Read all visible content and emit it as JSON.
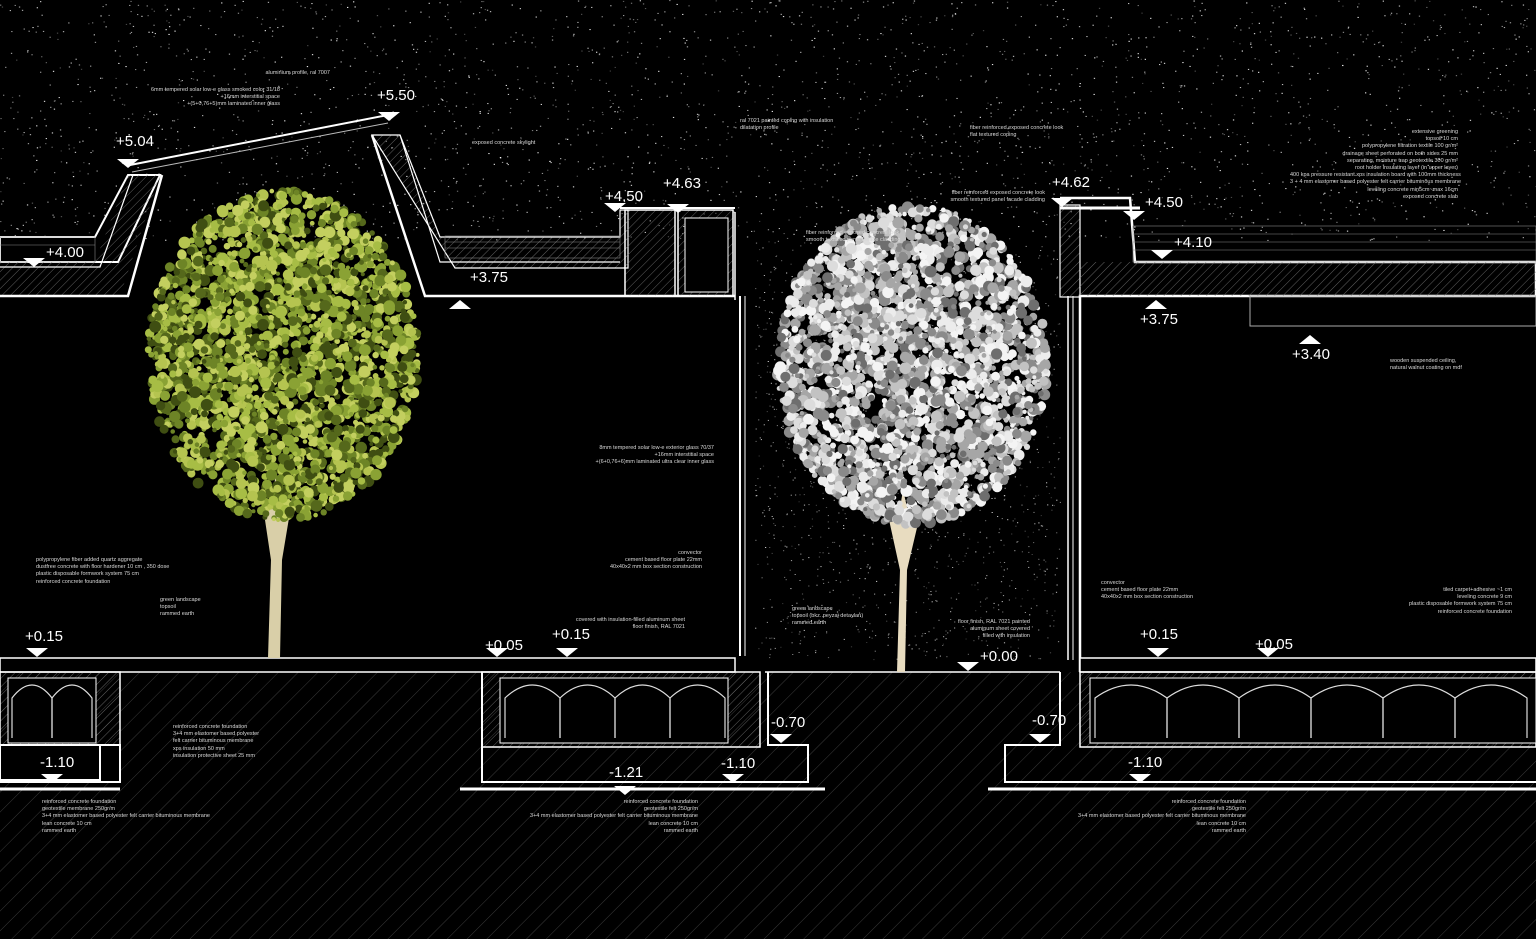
{
  "levels": {
    "plus_5_50": "+5.50",
    "plus_5_04": "+5.04",
    "plus_4_00": "+4.00",
    "plus_3_75_left": "+3.75",
    "plus_4_50_left": "+4.50",
    "plus_4_63": "+4.63",
    "plus_4_62": "+4.62",
    "plus_4_50_right": "+4.50",
    "plus_4_10": "+4.10",
    "plus_3_75_right": "+3.75",
    "plus_3_40": "+3.40",
    "plus_0_15_left": "+0.15",
    "plus_0_05_mid": "+0.05",
    "plus_0_15_mid": "+0.15",
    "plus_0_00": "+0.00",
    "plus_0_15_right": "+0.15",
    "plus_0_05_right": "+0.05",
    "minus_0_70_left": "-0.70",
    "minus_0_70_right": "-0.70",
    "minus_1_10_left": "-1.10",
    "minus_1_21": "-1.21",
    "minus_1_10_mid": "-1.10",
    "minus_1_10_right": "-1.10"
  },
  "notes": {
    "aluminium_profile": [
      "aluminium profile, ral 7007"
    ],
    "skylight_glass": [
      "6mm tempered solar low-e glass smoked color 31/18",
      "+16mm interstitial space",
      "+(5+0,76+5)mm laminated inner glass"
    ],
    "skylight": [
      "exposed concrete skylight"
    ],
    "coping": [
      "ral 7021 painted coping with insulation",
      "dilatation profile"
    ],
    "facade_cladding_left": [
      "fiber reinforced exposed concrete look",
      "smooth textured panel facade cladding"
    ],
    "facade_glass": [
      "8mm tempered solar low-e exterior glass 70/37",
      "+16mm interstitial space",
      "+(6+0,76+6)mm laminated ultra clear inner glass"
    ],
    "convector_left": [
      "convector",
      "cement based floor plate 22mm",
      "40x40x2 mm box section construction"
    ],
    "alu_sheet": [
      "covered with insulation-filled aluminum sheet",
      "floor finish, RAL 7021"
    ],
    "green_landscape_left": [
      "green landscape",
      "topsoil",
      "rammed earth"
    ],
    "floor_left": [
      "polypropylene fiber added quartz aggregate",
      "dustfree concrete with floor hardener 10 cm , 350 dose",
      "plastic disposable formwork system 75 cm",
      "reinforced concrete foundation"
    ],
    "foundation_wall_left": [
      "reinforced concrete foundation",
      "3+4 mm elastomer based polyester",
      "felt carrier bituminous membrane",
      "xps  insulation 50 mm",
      "insulation protective sheet 25 mm"
    ],
    "base_left": [
      "reinforced concrete foundation",
      "geotextile membrane 250gr/m",
      "3+4 mm elastomer based polyester felt carrier bituminous membrane",
      "lean concrete 10 cm",
      "rammed earth"
    ],
    "base_mid": [
      "reinforced concrete foundation",
      "geotextile felt 250gr/m",
      "3+4 mm elastomer based polyester felt carrier bituminous membrane",
      "lean concrete 10 cm",
      "rammed earth"
    ],
    "green_landscape_mid": [
      "green landscape",
      "topsoil (bkz. peyzaj detayları)",
      "rammed earth"
    ],
    "facade_cladding_mid": [
      "fiber reinforced exposed concrete look",
      "smooth textured panel facade cladding"
    ],
    "flat_coping": [
      "fiber reinforced exposed concrete look",
      "flat textured coping"
    ],
    "roof_layers": [
      "extensive greening",
      "topsoil 10 cm",
      "polypropylene filtration textile 100 gr/m²",
      "drainage sheet perforated on both sides 25 mm",
      "separating, moisture trap geotextile 300 gr/m²",
      "root holder insulating layer (in upper layer)",
      "400 kpa pressure resistant xps insulation board with 100mm thickness",
      "3 + 4 mm elastomer based polyester felt carrier bituminous membrane",
      "leveling concrete min5cm~max 16cm",
      "exposed concrete slab"
    ],
    "wooden_ceiling": [
      "wooden suspended ceiling,",
      "natural walnut coating on mdf"
    ],
    "convector_right": [
      "convector",
      "cement based floor plate 22mm",
      "40x40x2 mm box section construction"
    ],
    "floor_finish_right": [
      "floor finish, RAL 7021 painted",
      "aluminum sheet covered",
      "filled with insulation"
    ],
    "floor_right": [
      "tiled carpet+adhesive ~1 cm",
      "leveling concrete 9 cm",
      "plastic disposable formwork system 75 cm",
      "reinforced concrete foundation"
    ],
    "base_right": [
      "reinforced concrete foundation",
      "geotextile felt 250gr/m",
      "3+4 mm elastomer based polyester felt carrier bituminous membrane",
      "lean concrete 10 cm",
      "rammed earth"
    ]
  },
  "colors": {
    "background": "#000000",
    "linework": "#ffffff",
    "tree_left": "#8fa83a",
    "tree_right": "#d6d6d6",
    "hatch": "#3a3a3a"
  }
}
